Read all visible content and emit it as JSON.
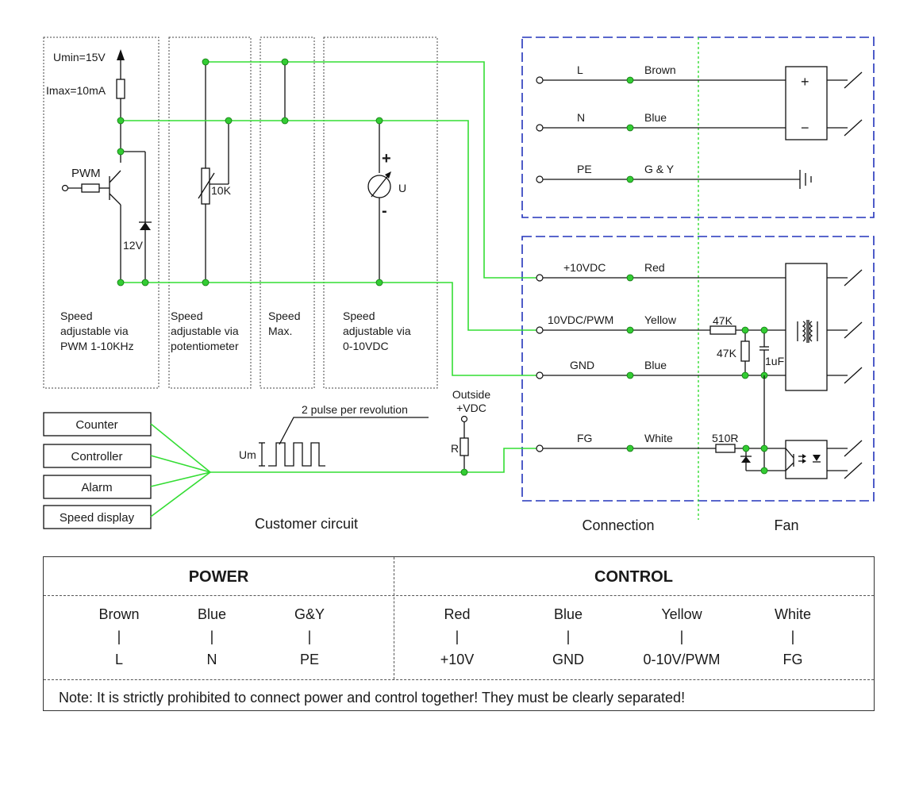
{
  "customer": {
    "umin": "Umin=15V",
    "imax": "Imax=10mA",
    "pwm": "PWM",
    "zener": "12V",
    "pot": "10K",
    "meter_plus": "+",
    "meter_minus": "-",
    "meter_u": "U",
    "sections": [
      [
        "Speed",
        "adjustable via",
        "PWM 1-10KHz"
      ],
      [
        "Speed",
        "adjustable via",
        "potentiometer"
      ],
      [
        "Speed",
        "Max."
      ],
      [
        "Speed",
        "adjustable via",
        "0-10VDC"
      ]
    ],
    "devices": [
      "Counter",
      "Controller",
      "Alarm",
      "Speed display"
    ],
    "pulse_label": "2 pulse per revolution",
    "um": "Um",
    "outside_vdc": [
      "Outside",
      "+VDC"
    ],
    "r": "R",
    "caption": "Customer circuit"
  },
  "connection": {
    "power_rows": [
      {
        "pin": "L",
        "color": "Brown"
      },
      {
        "pin": "N",
        "color": "Blue"
      },
      {
        "pin": "PE",
        "color": "G & Y"
      }
    ],
    "control_rows": [
      {
        "pin": "+10VDC",
        "color": "Red"
      },
      {
        "pin": "10VDC/PWM",
        "color": "Yellow"
      },
      {
        "pin": "GND",
        "color": "Blue"
      },
      {
        "pin": "FG",
        "color": "White"
      }
    ],
    "caption": "Connection"
  },
  "fan": {
    "r47a": "47K",
    "r47b": "47K",
    "cap": "1uF",
    "r510": "510R",
    "plus": "+",
    "minus": "−",
    "caption": "Fan"
  },
  "table": {
    "power_header": "POWER",
    "control_header": "CONTROL",
    "sep": "|",
    "power": [
      {
        "color": "Brown",
        "pin": "L"
      },
      {
        "color": "Blue",
        "pin": "N"
      },
      {
        "color": "G&Y",
        "pin": "PE"
      }
    ],
    "control": [
      {
        "color": "Red",
        "pin": "+10V"
      },
      {
        "color": "Blue",
        "pin": "GND"
      },
      {
        "color": "Yellow",
        "pin": "0-10V/PWM"
      },
      {
        "color": "White",
        "pin": "FG"
      }
    ],
    "note": "Note: It is strictly prohibited to connect power and control together!  They must be clearly separated!"
  }
}
